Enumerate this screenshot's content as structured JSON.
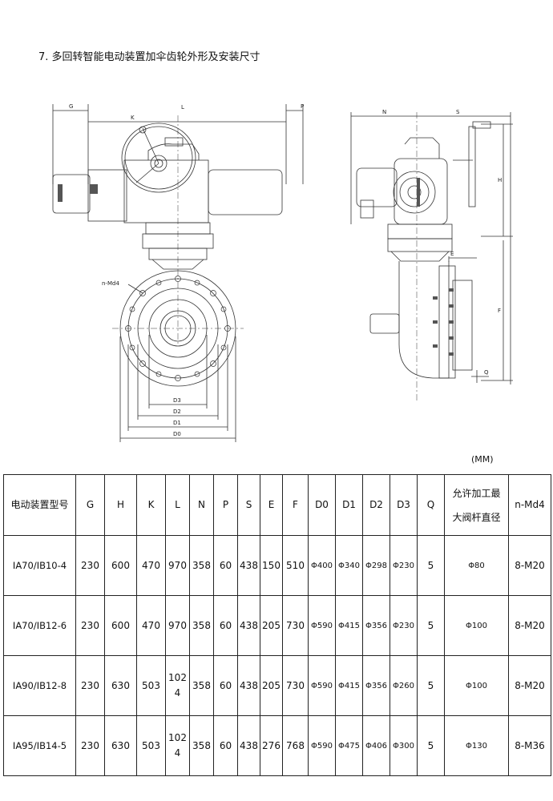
{
  "heading": "7. 多回转智能电动装置加伞齿轮外形及安装尺寸",
  "drawing_labels": {
    "G": "G",
    "K": "K",
    "L": "L",
    "P": "P",
    "N": "N",
    "S": "S",
    "H": "H",
    "E": "E",
    "F": "F",
    "Q": "Q",
    "nMd4": "n-Md4",
    "D3": "D3",
    "D2": "D2",
    "D1": "D1",
    "D0": "D0"
  },
  "unit": "(MM)",
  "table": {
    "headers": {
      "model": "电动装置型号",
      "G": "G",
      "H": "H",
      "K": "K",
      "L": "L",
      "N": "N",
      "P": "P",
      "S": "S",
      "E": "E",
      "F": "F",
      "D0": "D0",
      "D1": "D1",
      "D2": "D2",
      "D3": "D3",
      "Q": "Q",
      "stem_line1": "允许加工最",
      "stem_line2": "大阀杆直径",
      "nMd4": "n-Md4"
    },
    "rows": [
      {
        "model": "IA70/IB10-4",
        "G": "230",
        "H": "600",
        "K": "470",
        "L": "970",
        "N": "358",
        "P": "60",
        "S": "438",
        "E": "150",
        "F": "510",
        "D0": "Φ400",
        "D1": "Φ340",
        "D2": "Φ298",
        "D3": "Φ230",
        "Q": "5",
        "stem": "Φ80",
        "nMd4": "8-M20"
      },
      {
        "model": "IA70/IB12-6",
        "G": "230",
        "H": "600",
        "K": "470",
        "L": "970",
        "N": "358",
        "P": "60",
        "S": "438",
        "E": "205",
        "F": "730",
        "D0": "Φ590",
        "D1": "Φ415",
        "D2": "Φ356",
        "D3": "Φ230",
        "Q": "5",
        "stem": "Φ100",
        "nMd4": "8-M20"
      },
      {
        "model": "IA90/IB12-8",
        "G": "230",
        "H": "630",
        "K": "503",
        "L": "1024",
        "N": "358",
        "P": "60",
        "S": "438",
        "E": "205",
        "F": "730",
        "D0": "Φ590",
        "D1": "Φ415",
        "D2": "Φ356",
        "D3": "Φ260",
        "Q": "5",
        "stem": "Φ100",
        "nMd4": "8-M20"
      },
      {
        "model": "IA95/IB14-5",
        "G": "230",
        "H": "630",
        "K": "503",
        "L": "1024",
        "N": "358",
        "P": "60",
        "S": "438",
        "E": "276",
        "F": "768",
        "D0": "Φ590",
        "D1": "Φ475",
        "D2": "Φ406",
        "D3": "Φ300",
        "Q": "5",
        "stem": "Φ130",
        "nMd4": "8-M36"
      }
    ]
  }
}
